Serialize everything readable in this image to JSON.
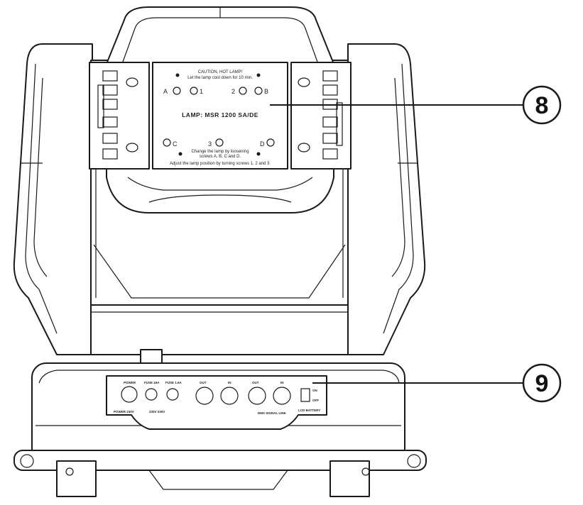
{
  "lamp_plate": {
    "caution_line1": "CAUTION, HOT LAMP!",
    "caution_line2": "Let the lamp cool down for 10 min.",
    "lamp_type": "LAMP: MSR 1200 SA/DE",
    "change_line1": "Change the lamp by loosening",
    "change_line2": "screws A, B, C and D.",
    "adjust_line": "Adjust the lamp position by turning screws 1, 2 and 3.",
    "screw_labels": {
      "a": "A",
      "b": "B",
      "c": "C",
      "d": "D",
      "one": "1",
      "two": "2",
      "three": "3"
    }
  },
  "rear_panel": {
    "power_label": "POWER",
    "fuse1_label": "FUSE 15A",
    "fuse2_label": "FUSE 1.6A",
    "dmx_out1_label": "OUT",
    "dmx_in1_label": "IN",
    "dmx_out2_label": "OUT",
    "dmx_in2_label": "IN",
    "switch_on_label": "ON",
    "switch_off_label": "OFF",
    "bottom_power_text": "POWER 230V",
    "bottom_fuse_text": "230V  230V",
    "bottom_dmx_text": "DMX SIGNAL LINK",
    "bottom_switch_text": "LCD BATTERY"
  },
  "callouts": {
    "lamp_plate_number": "8",
    "rear_panel_number": "9"
  }
}
